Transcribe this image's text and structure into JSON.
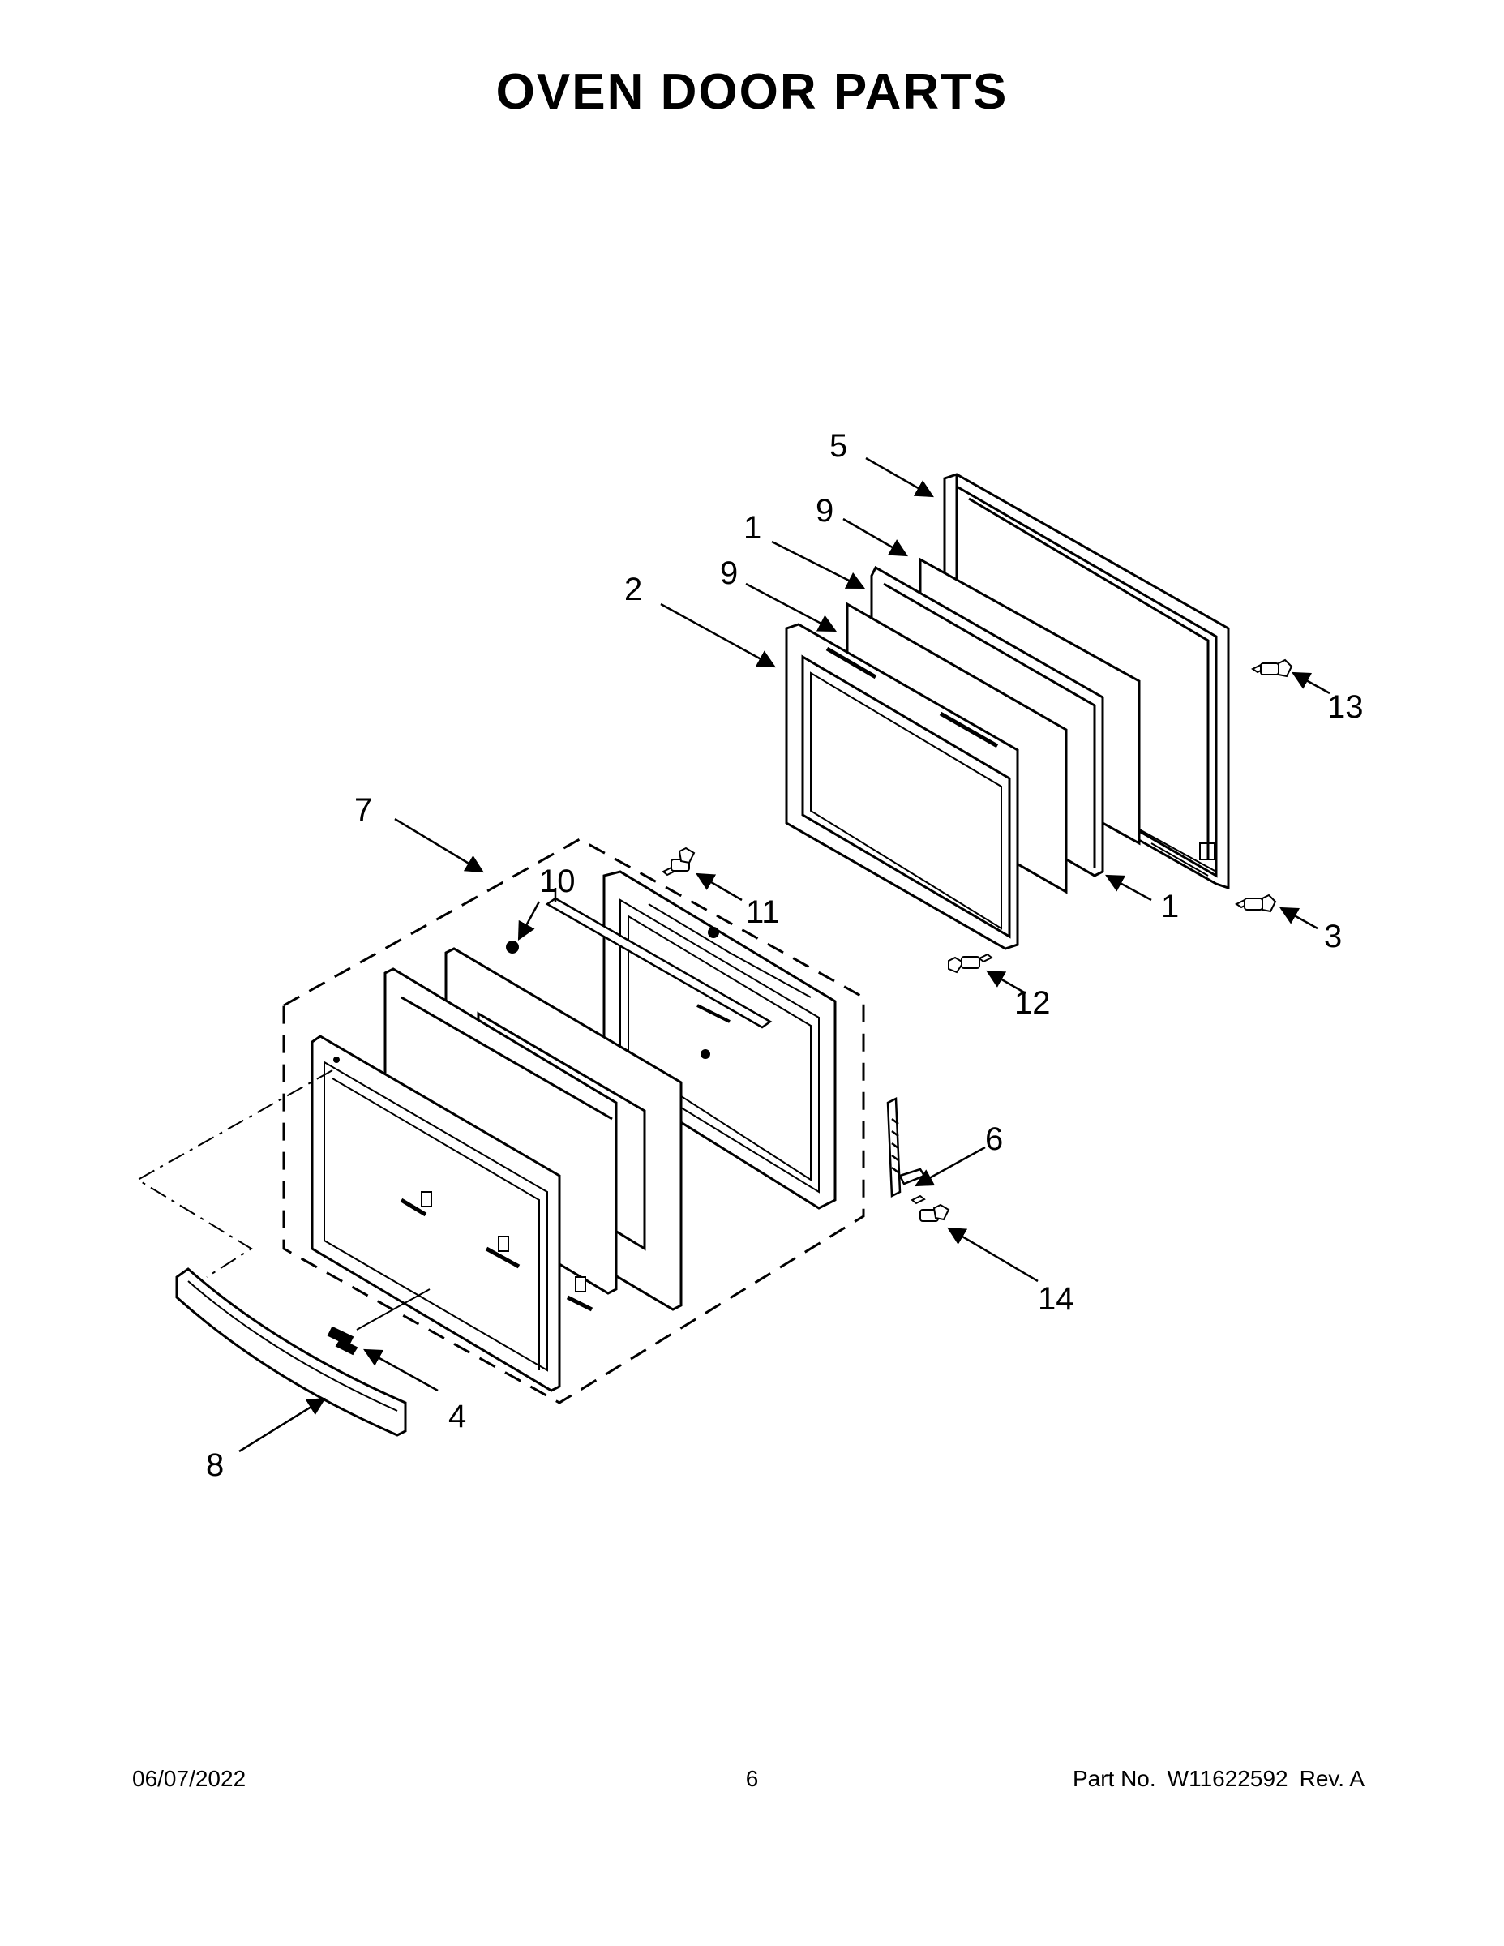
{
  "title": "OVEN DOOR PARTS",
  "callouts": {
    "c1_upper": "1",
    "c1_lower": "1",
    "c2": "2",
    "c3": "3",
    "c4": "4",
    "c5": "5",
    "c6": "6",
    "c7": "7",
    "c8": "8",
    "c9_upper": "9",
    "c9_lower": "9",
    "c10": "10",
    "c11": "11",
    "c12": "12",
    "c13": "13",
    "c14": "14"
  },
  "footer": {
    "date": "06/07/2022",
    "page": "6",
    "part_label": "Part No.",
    "part_number": "W11622592",
    "revision": "Rev. A"
  }
}
